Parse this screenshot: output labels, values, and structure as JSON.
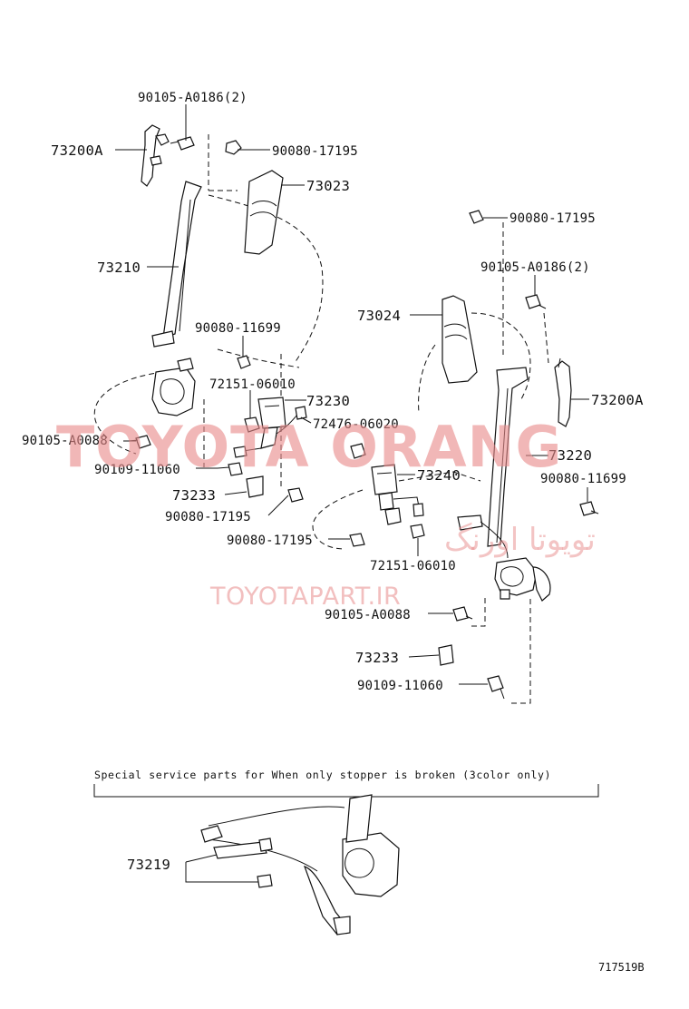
{
  "labels": {
    "l1": "90105-A0186(2)",
    "l2": "73200A",
    "l3": "90080-17195",
    "l4": "73023",
    "l5": "73210",
    "l6": "90080-11699",
    "l7": "72151-06010",
    "l8": "73230",
    "l9": "72476-06020",
    "l10": "90105-A0088",
    "l11": "90109-11060",
    "l12": "73233",
    "l13": "90080-17195",
    "l14": "90080-17195",
    "l15": "73024",
    "l16": "90105-A0186(2)",
    "l17": "73200A",
    "l18": "73220",
    "l19": "90080-11699",
    "l20": "73240",
    "l21": "90080-17195",
    "l22": "72151-06010",
    "l23": "90105-A0088",
    "l24": "73233",
    "l25": "90109-11060",
    "l26": "73219"
  },
  "section_note": "Special service parts for When only stopper is broken (3color only)",
  "figure_id": "717519B",
  "watermark": {
    "main": "TOYOTA ORANG",
    "persian": "تویوتا اورنگ",
    "url": "TOYOTAPART.IR"
  }
}
